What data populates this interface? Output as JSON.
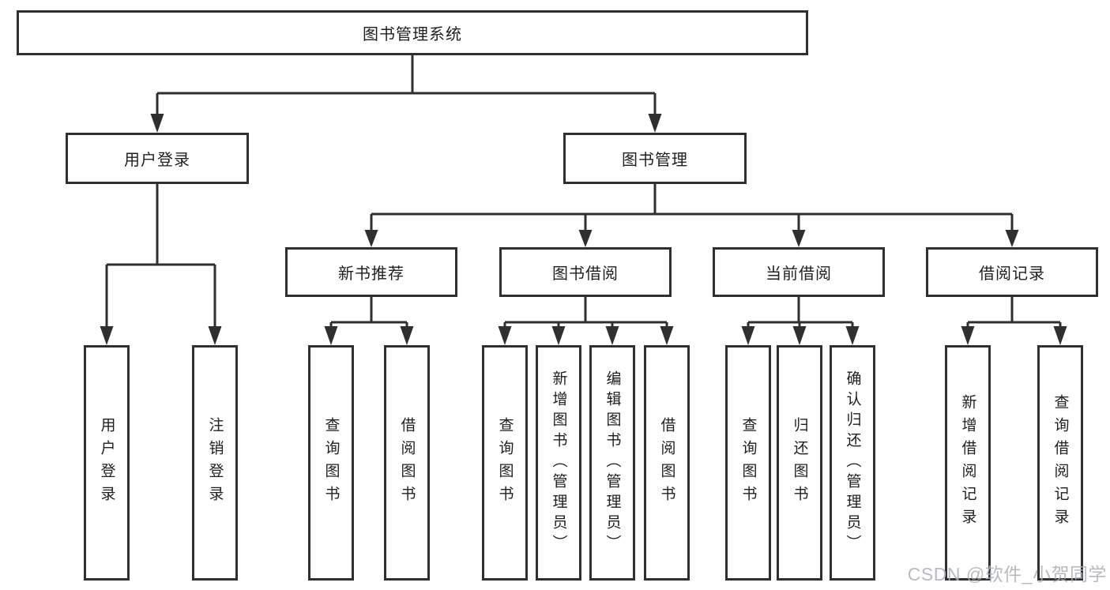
{
  "tree": {
    "root": "图书管理系统",
    "level2": [
      "用户登录",
      "图书管理"
    ],
    "level3": [
      "新书推荐",
      "图书借阅",
      "当前借阅",
      "借阅记录"
    ],
    "leaves": {
      "login": [
        "用户登录",
        "注销登录"
      ],
      "recommend": [
        "查询图书",
        "借阅图书"
      ],
      "borrow": [
        "查询图书",
        "新增图书（管理员）",
        "编辑图书（管理员）",
        "借阅图书"
      ],
      "current": [
        "查询图书",
        "归还图书",
        "确认归还（管理员）"
      ],
      "records": [
        "新增借阅记录",
        "查询借阅记录"
      ]
    }
  },
  "watermark": "CSDN @软件_小贺同学",
  "colors": {
    "line": "#2f2f2f",
    "text": "#1f1f1f",
    "watermark_gray": "#aaafb4",
    "background": "#ffffff"
  }
}
